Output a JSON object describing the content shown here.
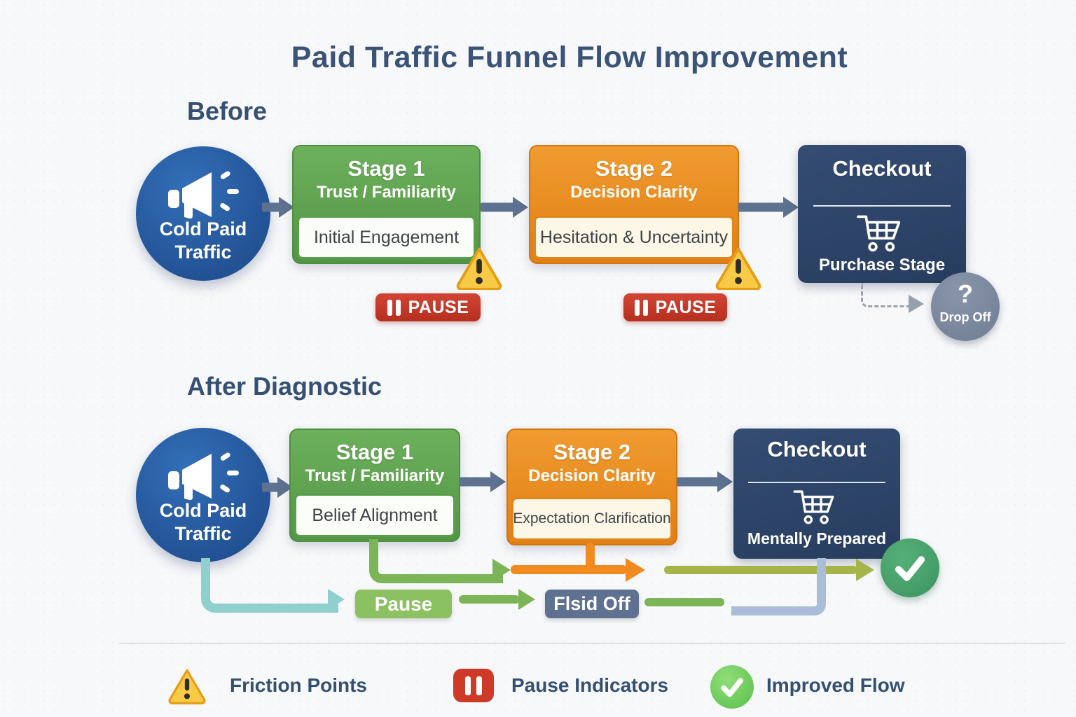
{
  "title": "Paid Traffic Funnel Flow Improvement",
  "before": {
    "heading": "Before",
    "source_label": "Cold Paid Traffic",
    "stage1": {
      "title": "Stage 1",
      "subtitle": "Trust / Familiarity",
      "note": "Initial Engagement"
    },
    "stage2": {
      "title": "Stage 2",
      "subtitle": "Decision Clarity",
      "note": "Hesitation & Uncertainty"
    },
    "checkout": {
      "title": "Checkout",
      "note": "Purchase Stage"
    },
    "pause_label": "PAUSE",
    "dropoff": {
      "symbol": "?",
      "label": "Drop Off"
    }
  },
  "after": {
    "heading": "After Diagnostic",
    "source_label": "Cold Paid Traffic",
    "stage1": {
      "title": "Stage 1",
      "subtitle": "Trust / Familiarity",
      "note": "Belief Alignment"
    },
    "stage2": {
      "title": "Stage 2",
      "subtitle": "Decision Clarity",
      "note": "Expectation Clarification"
    },
    "checkout": {
      "title": "Checkout",
      "note": "Mentally Prepared"
    },
    "pause_badge": "Pause",
    "flow_badge": "Flsid Off"
  },
  "legend": {
    "friction_label": "Friction Points",
    "pause_label": "Pause Indicators",
    "improved_label": "Improved Flow"
  },
  "colors": {
    "title_text": "#3a5377",
    "source_blue": "#2a5da1",
    "stage_green": "#5f9f4f",
    "stage_orange": "#e8861e",
    "checkout_navy": "#2e4568",
    "arrow_steel": "#5d7190",
    "pause_red": "#c23a28",
    "warning_yellow": "#f8ca45",
    "dropoff_gray": "#7b879c",
    "flow_green": "#7cb557",
    "flow_orange": "#f18a1f",
    "flow_olive": "#a5b54a",
    "flow_teal": "#8fd0cf",
    "flow_steelblue": "#a9bdd8",
    "pause_badge_green": "#8cc161",
    "flow_badge_slate": "#5f7191",
    "success_green": "#4aa36b"
  }
}
